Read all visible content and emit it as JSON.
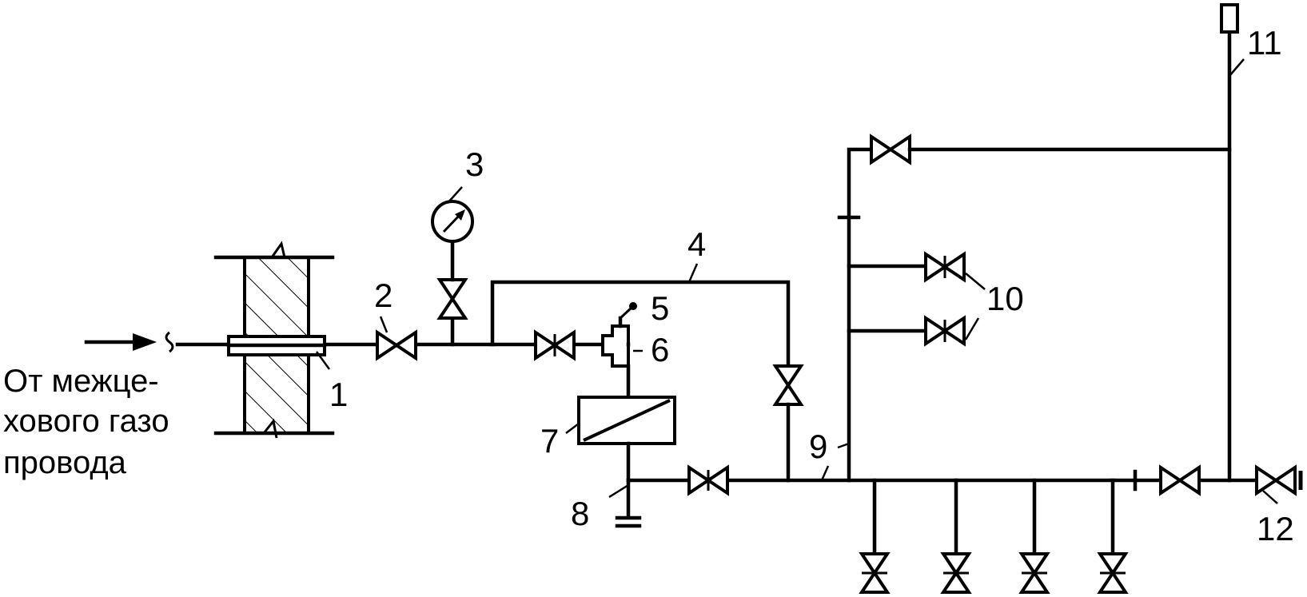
{
  "caption": {
    "line1": "От межце-",
    "line2": "хового газо",
    "line3": "провода"
  },
  "labels": {
    "n1": "1",
    "n2": "2",
    "n3": "3",
    "n4": "4",
    "n5": "5",
    "n6": "6",
    "n7": "7",
    "n8": "8",
    "n9": "9",
    "n10": "10",
    "n11": "11",
    "n12": "12"
  },
  "colors": {
    "stroke": "#000000",
    "background": "#ffffff"
  }
}
